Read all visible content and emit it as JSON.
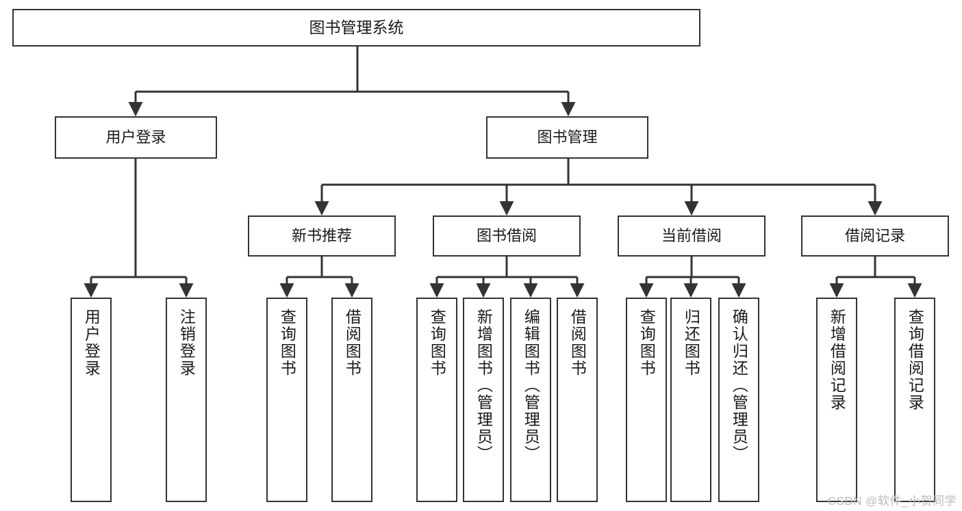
{
  "diagram": {
    "title": "图书管理系统",
    "type": "tree-hierarchy-chart",
    "stroke_color": "#333333",
    "fill_color": "#ffffff",
    "root": {
      "label": "图书管理系统"
    },
    "level2": [
      {
        "label": "用户登录"
      },
      {
        "label": "图书管理"
      }
    ],
    "level3": [
      {
        "label": "新书推荐"
      },
      {
        "label": "图书借阅"
      },
      {
        "label": "当前借阅"
      },
      {
        "label": "借阅记录"
      }
    ],
    "leaves": {
      "user_login": [
        {
          "label": "用户登录"
        },
        {
          "label": "注销登录"
        }
      ],
      "new_book": [
        {
          "label": "查询图书"
        },
        {
          "label": "借阅图书"
        }
      ],
      "book_borrow": [
        {
          "label": "查询图书"
        },
        {
          "label": "新增图书（管理员）"
        },
        {
          "label": "编辑图书（管理员）"
        },
        {
          "label": "借阅图书"
        }
      ],
      "current_borrow": [
        {
          "label": "查询图书"
        },
        {
          "label": "归还图书"
        },
        {
          "label": "确认归还（管理员）"
        }
      ],
      "borrow_record": [
        {
          "label": "新增借阅记录"
        },
        {
          "label": "查询借阅记录"
        }
      ]
    }
  },
  "watermark": {
    "text": "CSDN @软件_小贺同学"
  }
}
